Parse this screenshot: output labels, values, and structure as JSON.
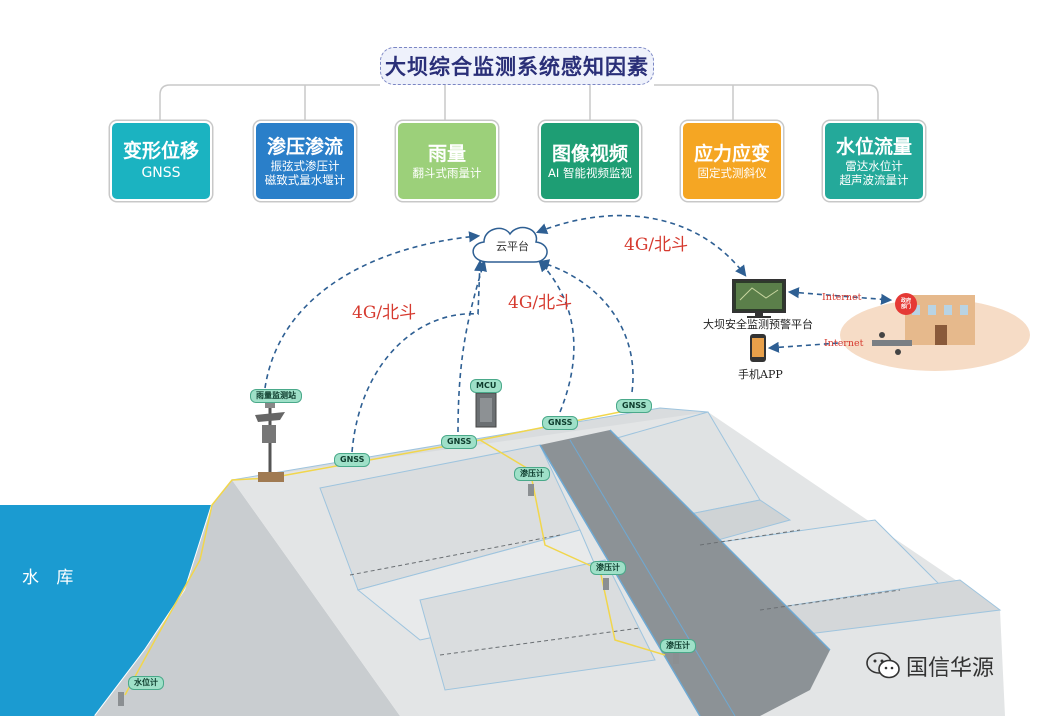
{
  "title": "大坝综合监测系统感知因素",
  "categories": [
    {
      "title": "变形位移",
      "lines": [
        "GNSS"
      ],
      "color": "#1bb3c1"
    },
    {
      "title": "渗压渗流",
      "lines": [
        "振弦式渗压计",
        "磁致式量水堰计"
      ],
      "color": "#2a7fc9"
    },
    {
      "title": "雨量",
      "lines": [
        "翻斗式雨量计"
      ],
      "color": "#9cd07a"
    },
    {
      "title": "图像视频",
      "lines": [
        "AI 智能视频监视"
      ],
      "color": "#1e9e74"
    },
    {
      "title": "应力应变",
      "lines": [
        "固定式测斜仪"
      ],
      "color": "#f5a623"
    },
    {
      "title": "水位流量",
      "lines": [
        "雷达水位计",
        "超声波流量计"
      ],
      "color": "#24a99a"
    }
  ],
  "network": {
    "cloud": "云平台",
    "link_left": "4G/北斗",
    "link_center": "4G/北斗",
    "link_right": "4G/北斗",
    "platform": "大坝安全监测预警平台",
    "mobile_app": "手机APP",
    "internet_top": "Internet",
    "internet_bottom": "Internet",
    "office_sign": "政府部门"
  },
  "devices": {
    "rain_station": "雨量监测站",
    "mcu": "MCU",
    "gnss_1": "GNSS",
    "gnss_2": "GNSS",
    "gnss_3": "GNSS",
    "gnss_4": "GNSS",
    "piezometer_1": "渗压计",
    "piezometer_2": "渗压计",
    "piezometer_3": "渗压计",
    "water_level": "水位计"
  },
  "reservoir": "水 库",
  "watermark": "国信华源",
  "colors": {
    "title_text": "#2a2f78",
    "link_text": "#d63a2f",
    "water": "#1b9bd1",
    "dashed_arrow": "#2e5f93"
  }
}
